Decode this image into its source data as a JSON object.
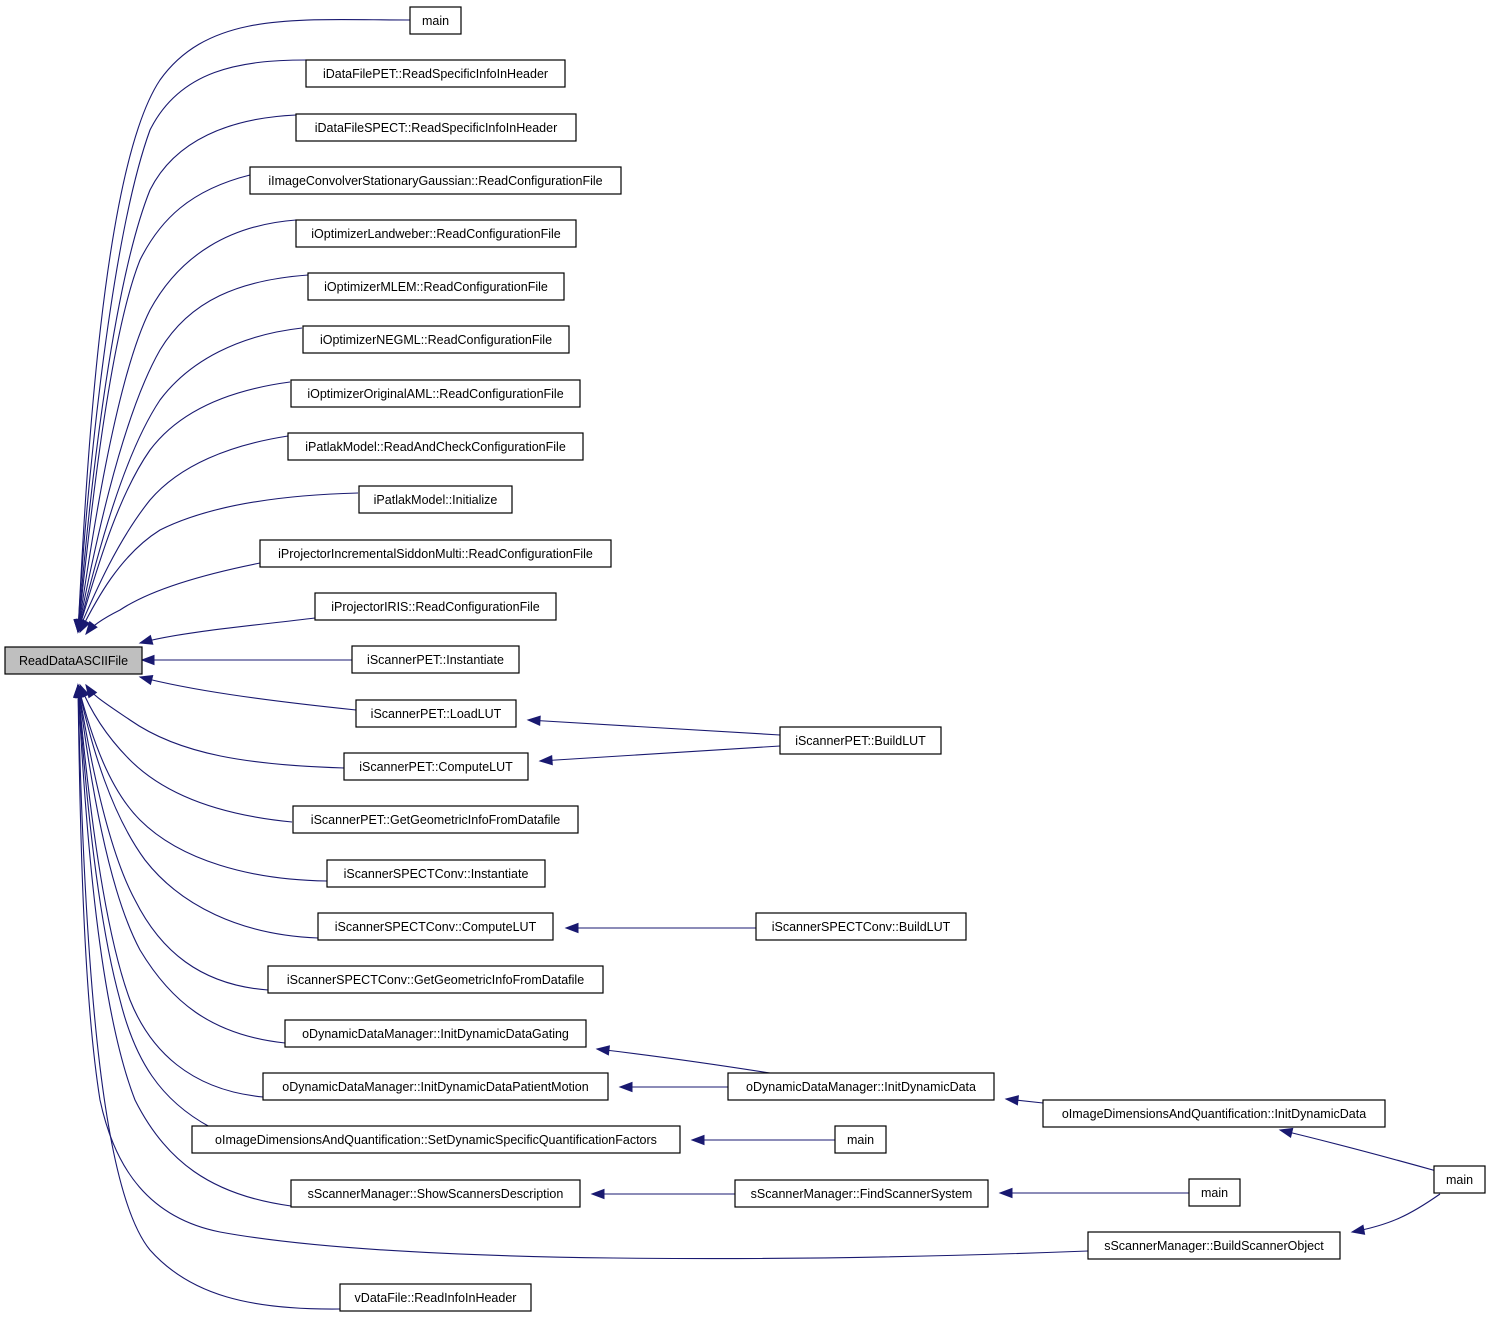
{
  "colors": {
    "edge": "#191970",
    "root_fill": "#bfbfbf",
    "node_fill": "#ffffff",
    "node_stroke": "#000000"
  },
  "nodes": {
    "root": "ReadDataASCIIFile",
    "main_top": "main",
    "pet_header": "iDataFilePET::ReadSpecificInfoInHeader",
    "spect_header": "iDataFileSPECT::ReadSpecificInfoInHeader",
    "convolver": "iImageConvolverStationaryGaussian::ReadConfigurationFile",
    "landweber": "iOptimizerLandweber::ReadConfigurationFile",
    "mlem": "iOptimizerMLEM::ReadConfigurationFile",
    "negml": "iOptimizerNEGML::ReadConfigurationFile",
    "aml": "iOptimizerOriginalAML::ReadConfigurationFile",
    "patlak_read": "iPatlakModel::ReadAndCheckConfigurationFile",
    "patlak_init": "iPatlakModel::Initialize",
    "siddon": "iProjectorIncrementalSiddonMulti::ReadConfigurationFile",
    "iris": "iProjectorIRIS::ReadConfigurationFile",
    "pet_instantiate": "iScannerPET::Instantiate",
    "pet_loadlut": "iScannerPET::LoadLUT",
    "pet_computelut": "iScannerPET::ComputeLUT",
    "pet_geom": "iScannerPET::GetGeometricInfoFromDatafile",
    "spect_instantiate": "iScannerSPECTConv::Instantiate",
    "spect_computelut": "iScannerSPECTConv::ComputeLUT",
    "spect_geom": "iScannerSPECTConv::GetGeometricInfoFromDatafile",
    "ddm_gating": "oDynamicDataManager::InitDynamicDataGating",
    "ddm_motion": "oDynamicDataManager::InitDynamicDataPatientMotion",
    "idq_factors": "oImageDimensionsAndQuantification::SetDynamicSpecificQuantificationFactors",
    "ssm_show": "sScannerManager::ShowScannersDescription",
    "vdata": "vDataFile::ReadInfoInHeader",
    "pet_buildlut": "iScannerPET::BuildLUT",
    "spect_buildlut": "iScannerSPECTConv::BuildLUT",
    "ddm_init": "oDynamicDataManager::InitDynamicData",
    "main_factors": "main",
    "ssm_find": "sScannerManager::FindScannerSystem",
    "idq_init": "oImageDimensionsAndQuantification::InitDynamicData",
    "main_find": "main",
    "main_right": "main",
    "ssm_build": "sScannerManager::BuildScannerObject"
  }
}
